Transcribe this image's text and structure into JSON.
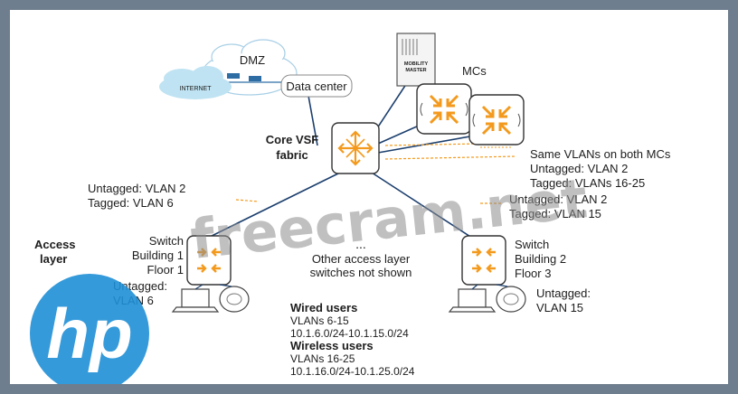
{
  "diagram": {
    "dmz": "DMZ",
    "internet": "INTERNET",
    "datacenter": "Data center",
    "mobility_master_line1": "MOBILITY",
    "mobility_master_line2": "MASTER",
    "mcs": "MCs",
    "core_line1": "Core VSF",
    "core_line2": "fabric",
    "same_vlans": "Same VLANs on both MCs",
    "mc_untagged": "Untagged: VLAN 2",
    "mc_tagged": "Tagged: VLANs 16-25",
    "left_untagged": "Untagged: VLAN 2",
    "left_tagged": "Tagged: VLAN 6",
    "right_untagged": "Untagged: VLAN 2",
    "right_tagged": "Tagged: VLAN 15",
    "access_line1": "Access",
    "access_line2": "layer",
    "sw1_line1": "Switch",
    "sw1_line2": "Building 1",
    "sw1_line3": "Floor 1",
    "sw2_line1": "Switch",
    "sw2_line2": "Building 2",
    "sw2_line3": "Floor 3",
    "ellipsis": "...",
    "other_line1": "Other access layer",
    "other_line2": "switches not shown",
    "sw1_ut_line1": "Untagged:",
    "sw1_ut_line2": "VLAN 6",
    "sw2_ut_line1": "Untagged:",
    "sw2_ut_line2": "VLAN 15",
    "wired_title": "Wired users",
    "wired_vlans": "VLANs 6-15",
    "wired_subnets": "10.1.6.0/24-10.1.15.0/24",
    "wireless_title": "Wireless users",
    "wireless_vlans": "VLANs 16-25",
    "wireless_subnets": "10.1.16.0/24-10.1.25.0/24",
    "watermark": "freecram.net",
    "logo_text": "hp"
  },
  "colors": {
    "orange": "#f39a1e",
    "frame": "#6f7e8e",
    "logo_blue": "#1f8fd6",
    "line_blue": "#1c3f6e"
  }
}
